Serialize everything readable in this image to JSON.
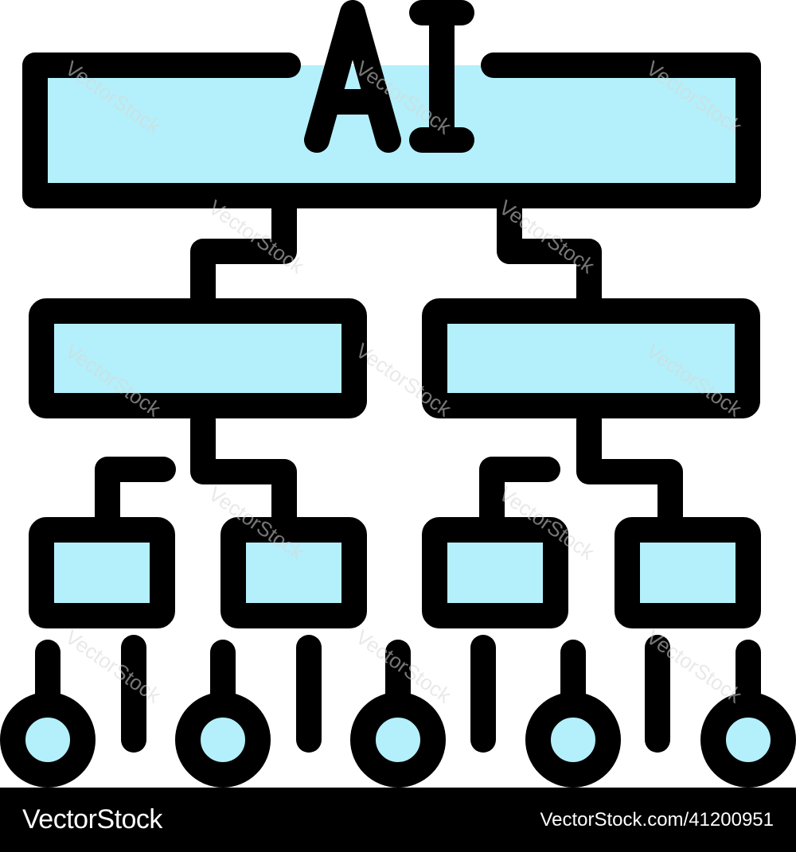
{
  "icon": {
    "label": "AI",
    "fill_color": "#b3f0fb",
    "stroke_color": "#000000"
  },
  "watermark": {
    "text": "VectorStock"
  },
  "footer": {
    "brand": "VectorStock",
    "image_id": "VectorStock.com/41200951"
  }
}
